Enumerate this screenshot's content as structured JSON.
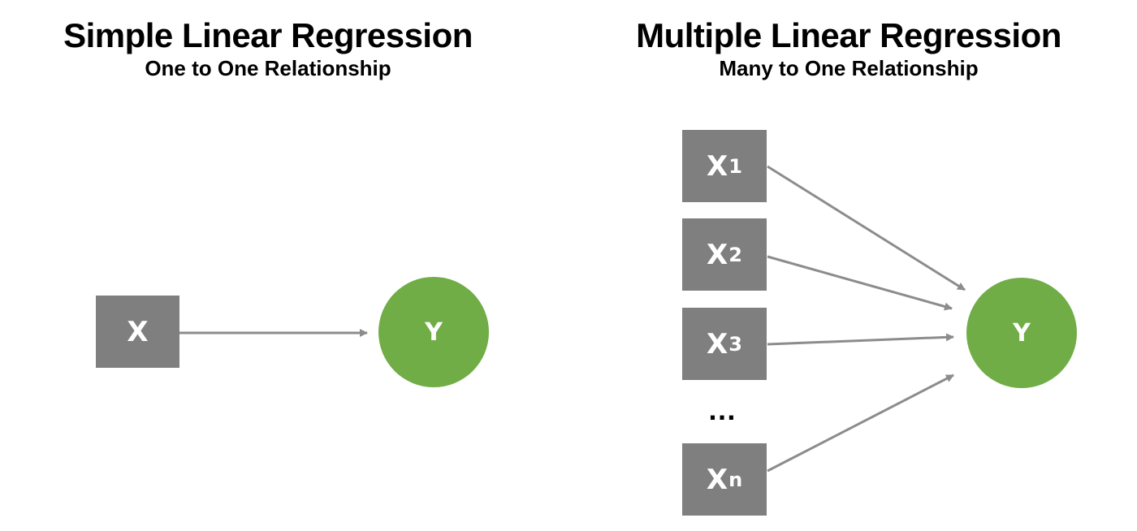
{
  "simple": {
    "title": "Simple Linear Regression",
    "subtitle": "One to One Relationship",
    "input_label": "X",
    "output_label": "Y"
  },
  "multiple": {
    "title": "Multiple Linear Regression",
    "subtitle": "Many to One Relationship",
    "input_base": "X",
    "inputs": [
      "1",
      "2",
      "3",
      "n"
    ],
    "ellipsis": "…",
    "output_label": "Y"
  },
  "colors": {
    "input_box": "#7f7f7f",
    "output_circle": "#70ad47",
    "arrow": "#8c8c8c"
  }
}
